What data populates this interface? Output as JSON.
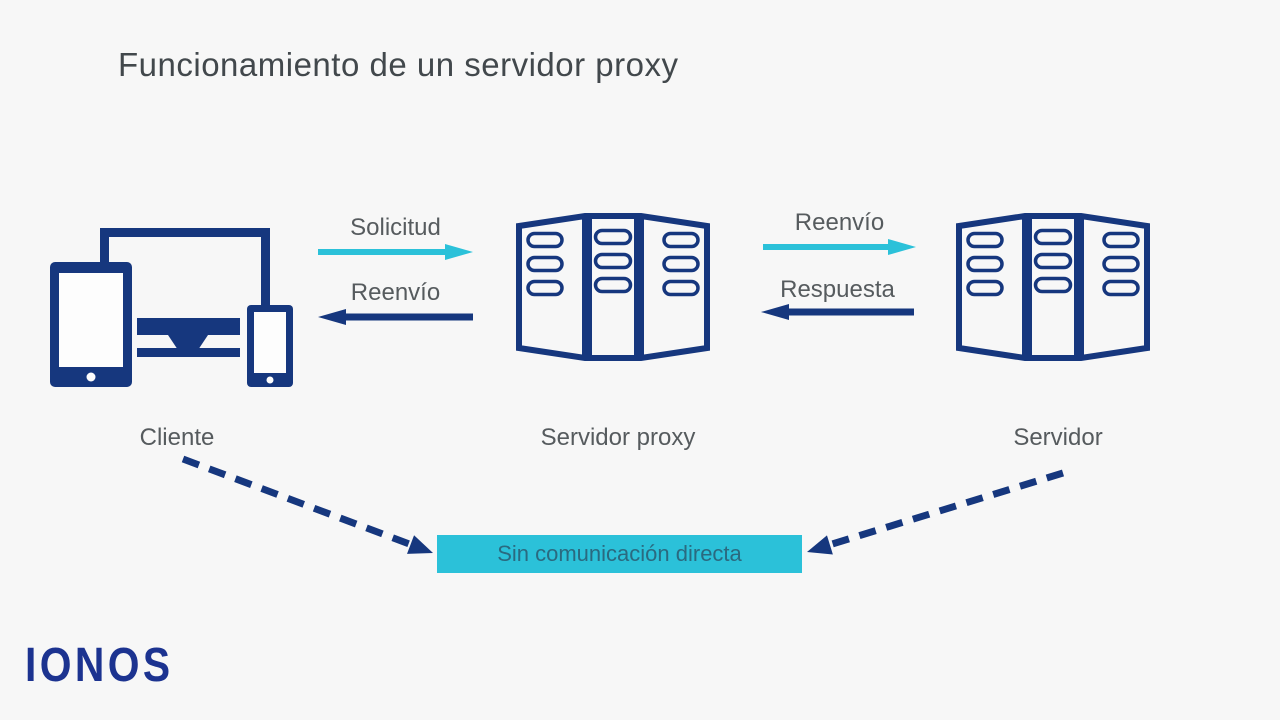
{
  "title": "Funcionamiento de un servidor proxy",
  "logo": {
    "text": "IONOS"
  },
  "nodes": [
    {
      "id": "cliente",
      "label": "Cliente",
      "icon": "client-devices-icon"
    },
    {
      "id": "servidor-proxy",
      "label": "Servidor proxy",
      "icon": "server-rack-icon"
    },
    {
      "id": "servidor",
      "label": "Servidor",
      "icon": "server-rack-icon"
    }
  ],
  "flows": [
    {
      "from": "cliente",
      "to": "servidor-proxy",
      "label": "Solicitud",
      "direction": "right",
      "color": "#2bc1d9"
    },
    {
      "from": "servidor-proxy",
      "to": "cliente",
      "label": "Reenvío",
      "direction": "left",
      "color": "#16377e"
    },
    {
      "from": "servidor-proxy",
      "to": "servidor",
      "label": "Reenvío",
      "direction": "right",
      "color": "#2bc1d9"
    },
    {
      "from": "servidor",
      "to": "servidor-proxy",
      "label": "Respuesta",
      "direction": "left",
      "color": "#16377e"
    }
  ],
  "no_direct_communication": {
    "label": "Sin comunicación directa",
    "box_color": "#2bc1d9",
    "text_color": "#2a6a80",
    "style": "dashed-arrows-from-cliente-and-servidor"
  },
  "colors": {
    "navy": "#16377e",
    "cyan": "#2bc1d9",
    "background": "#f7f7f7",
    "title_text": "#42484c",
    "label_text": "#565b5e",
    "logo_navy": "#1c3390"
  }
}
